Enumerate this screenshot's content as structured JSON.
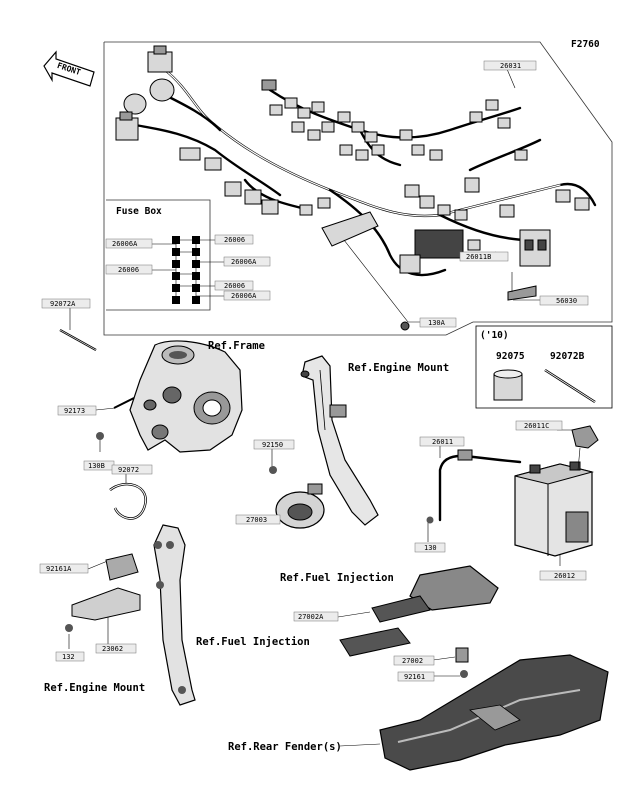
{
  "figure_code": "F2760",
  "front_label": "FRONT",
  "fuse_box_title": "Fuse Box",
  "year_note": "('10)",
  "part_numbers": {
    "p26031": "26031",
    "p26006A_l": "26006A",
    "p26006_l": "26006",
    "p26006_r1": "26006",
    "p26006A_r1": "26006A",
    "p26006_r2": "26006",
    "p26006A_r2": "26006A",
    "p26011B": "26011B",
    "p56030": "56030",
    "p92072A": "92072A",
    "p130A": "130A",
    "p92075": "92075",
    "p92072B": "92072B",
    "p92173": "92173",
    "p130B": "130B",
    "p92072": "92072",
    "p92150": "92150",
    "p27003": "27003",
    "p26011": "26011",
    "p26011C": "26011C",
    "p130": "130",
    "p26012": "26012",
    "p92161A": "92161A",
    "p132": "132",
    "p23062": "23062",
    "p27002A": "27002A",
    "p27002": "27002",
    "p92161": "92161"
  },
  "references": {
    "frame": "Ref.Frame",
    "engine_mount_1": "Ref.Engine Mount",
    "engine_mount_2": "Ref.Engine Mount",
    "fuel_injection_1": "Ref.Fuel Injection",
    "fuel_injection_2": "Ref.Fuel Injection",
    "rear_fender": "Ref.Rear Fender(s)"
  }
}
